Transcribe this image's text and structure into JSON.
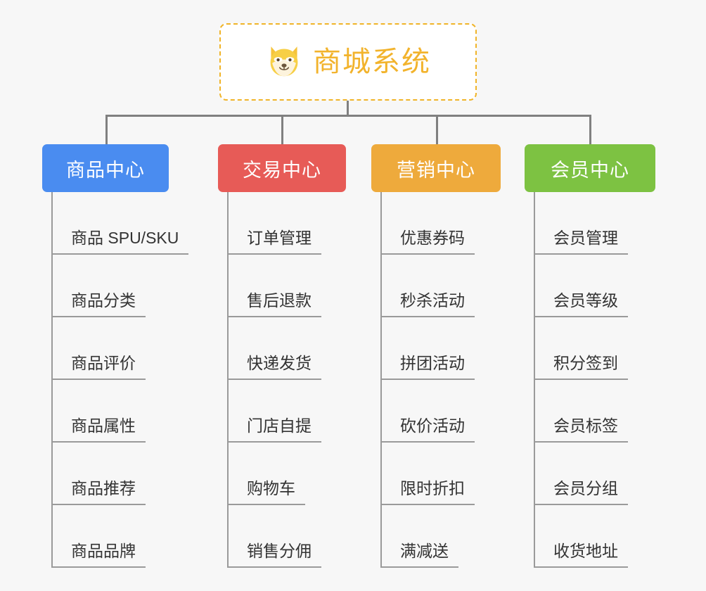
{
  "page": {
    "background_color": "#f7f7f7",
    "connector_color": "#808080",
    "leaf_line_color": "#9a9a9a"
  },
  "root": {
    "title": "商城系统",
    "icon": "shiba-dog-icon",
    "text_color": "#f2b32c",
    "border_color": "#f0b429",
    "background_color": "#ffffff"
  },
  "categories": [
    {
      "label": "商品中心",
      "color": "#4a8cf0",
      "items": [
        "商品 SPU/SKU",
        "商品分类",
        "商品评价",
        "商品属性",
        "商品推荐",
        "商品品牌"
      ]
    },
    {
      "label": "交易中心",
      "color": "#e75b57",
      "items": [
        "订单管理",
        "售后退款",
        "快递发货",
        "门店自提",
        "购物车",
        "销售分佣"
      ]
    },
    {
      "label": "营销中心",
      "color": "#eeaa3c",
      "items": [
        "优惠券码",
        "秒杀活动",
        "拼团活动",
        "砍价活动",
        "限时折扣",
        "满减送"
      ]
    },
    {
      "label": "会员中心",
      "color": "#7dc council"
    }
  ]
}
